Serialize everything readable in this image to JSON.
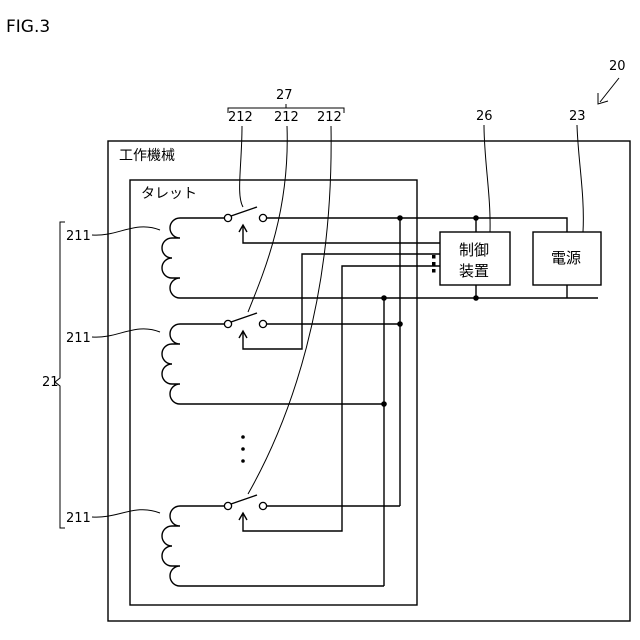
{
  "figure": {
    "label": "FIG.3",
    "ref_system": "20",
    "ref_switch_group": "27",
    "ref_switch": "212",
    "ref_controller": "26",
    "ref_power": "23",
    "ref_coil": "211",
    "ref_coil_group": "21"
  },
  "machine": {
    "title": "工作機械"
  },
  "turret": {
    "title": "タレット"
  },
  "controller": {
    "line1": "制御",
    "line2": "装置"
  },
  "power_supply": {
    "label": "電源"
  }
}
